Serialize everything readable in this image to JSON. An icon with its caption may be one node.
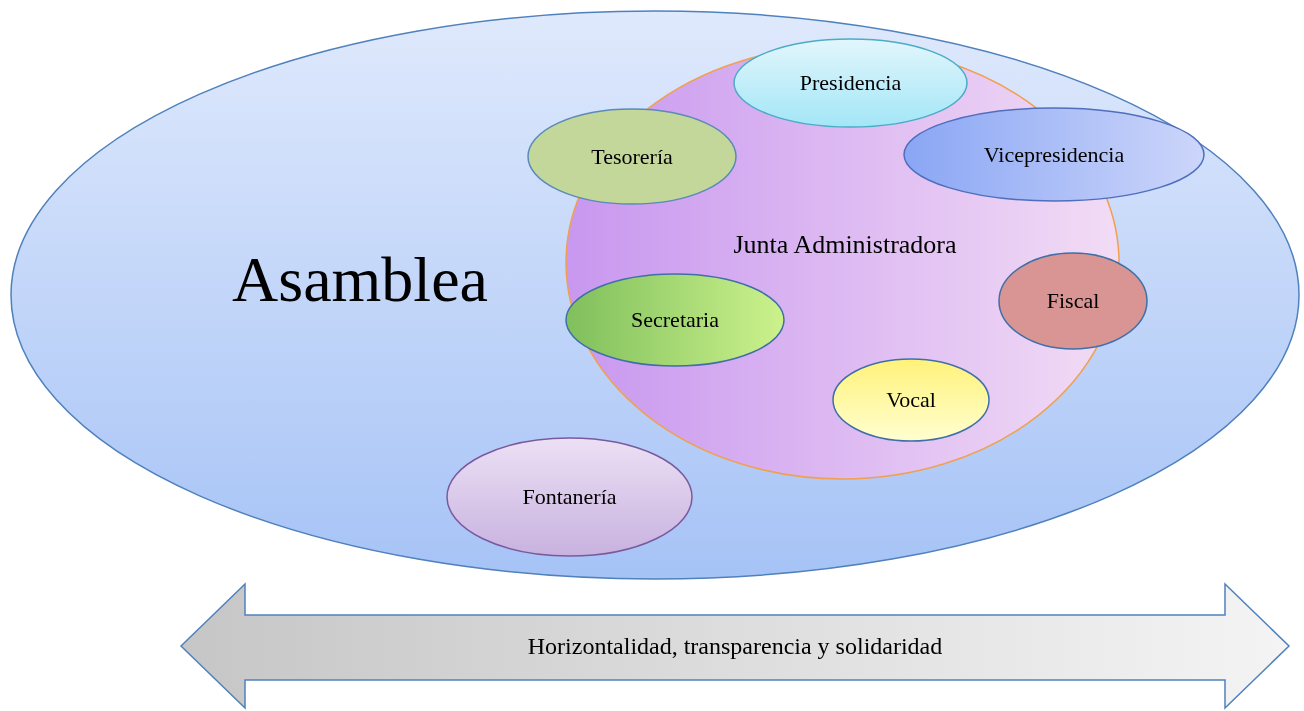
{
  "diagram": {
    "nodes": [
      {
        "text": [
          "Asamblea"
        ]
      },
      {
        "text": [
          "Junta Administradora"
        ],
        "in": 0
      },
      {
        "text": [
          "Presidencia"
        ],
        "in": 0
      },
      {
        "text": [
          "Tesorería"
        ],
        "in": 0
      },
      {
        "text": [
          "Vicepresidencia"
        ],
        "in": 0
      },
      {
        "text": [
          "Secretaria"
        ],
        "in": 1
      },
      {
        "text": [
          "Fiscal"
        ],
        "in": 0
      },
      {
        "text": [
          "Vocal"
        ],
        "in": 1
      },
      {
        "text": [
          "Fontanería"
        ],
        "in": 0
      },
      {
        "text": [
          "Horizontalidad, transparencia y solidaridad"
        ]
      }
    ]
  }
}
